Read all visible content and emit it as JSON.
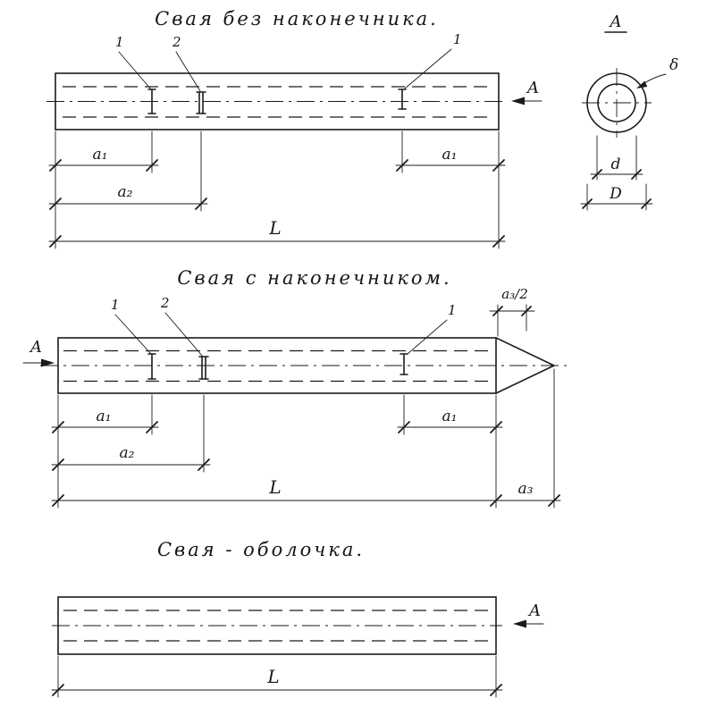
{
  "canvas": {
    "background": "#ffffff",
    "ink": "#1b1b1b"
  },
  "top_drawing": {
    "title": "Свая  без  наконечника.",
    "callout_1_left": "1",
    "callout_2": "2",
    "callout_1_right": "1",
    "section_label": "A",
    "dim_a1_left": "a₁",
    "dim_a1_right": "a₁",
    "dim_a2": "a₂",
    "dim_length": "L"
  },
  "section_view": {
    "title": "A",
    "wall_thickness_label": "δ",
    "dim_inner_diameter": "d",
    "dim_outer_diameter": "D"
  },
  "middle_drawing": {
    "title": "Свая  с наконечником.",
    "callout_1_left": "1",
    "callout_2": "2",
    "callout_1_right": "1",
    "section_label": "A",
    "dim_a3_half": "a₃/2",
    "dim_a1_left": "a₁",
    "dim_a1_right": "a₁",
    "dim_a2": "a₂",
    "dim_length": "L",
    "dim_a3": "a₃"
  },
  "bottom_drawing": {
    "title": "Свая -  оболочка.",
    "section_label": "A",
    "dim_length": "L"
  }
}
